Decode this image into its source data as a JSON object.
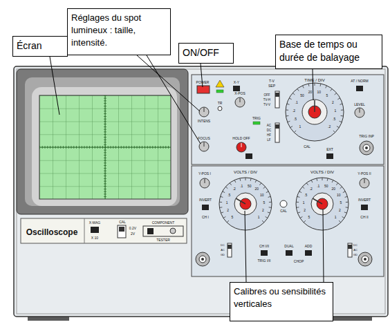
{
  "diagram": {
    "nodes": [
      {
        "text": [
          "Écran"
        ]
      },
      {
        "text": [
          "Réglages du spot lumineux : taille, intensité."
        ]
      },
      {
        "text": [
          "ON/OFF"
        ]
      },
      {
        "text": [
          "Base de temps ou durée de balayage"
        ]
      },
      {
        "text": [
          "Calibres ou sensibilités verticales"
        ]
      }
    ],
    "labels": [
      "Oscilloscope",
      "X-MAG",
      "X 10",
      "CAL",
      "0.2V",
      "2V",
      "COMPONENT",
      "TESTER",
      "POWER",
      "X-Y",
      "TR",
      "INTENS",
      "FOCUS",
      "X-POS",
      "HOLD OFF",
      "T-V",
      "SEP",
      "OFF",
      "TV-H",
      "TV-V",
      "TRIG",
      "AC",
      "DC",
      "HF",
      "LF",
      "TIME / DIV",
      "CAL",
      "EXT",
      "AT / NORM",
      "LEVEL",
      "TRIG INP",
      "Y-POS I",
      "VOLTS / DIV",
      "CAL",
      "VOLTS / DIV",
      "Y-POS II",
      "INVERT",
      "INVERT",
      "CH I",
      "CH II",
      "DC",
      "AC",
      "GD",
      "CH I/II",
      "TRIG I/II",
      "DUAL",
      "ADD",
      "CHOP",
      "DC",
      "AC",
      "GD",
      "1",
      ".5",
      ".2",
      ".1",
      "50",
      "20",
      "10",
      "5",
      "2",
      "1",
      ".5",
      ".2",
      "5",
      "2",
      "1",
      ".5",
      ".2",
      ".1",
      "50",
      "20",
      "10",
      "5",
      "2",
      "1",
      "5",
      "2",
      "1",
      ".5",
      ".2",
      ".1",
      "50",
      "20",
      "10",
      "5",
      "2",
      "1"
    ]
  }
}
